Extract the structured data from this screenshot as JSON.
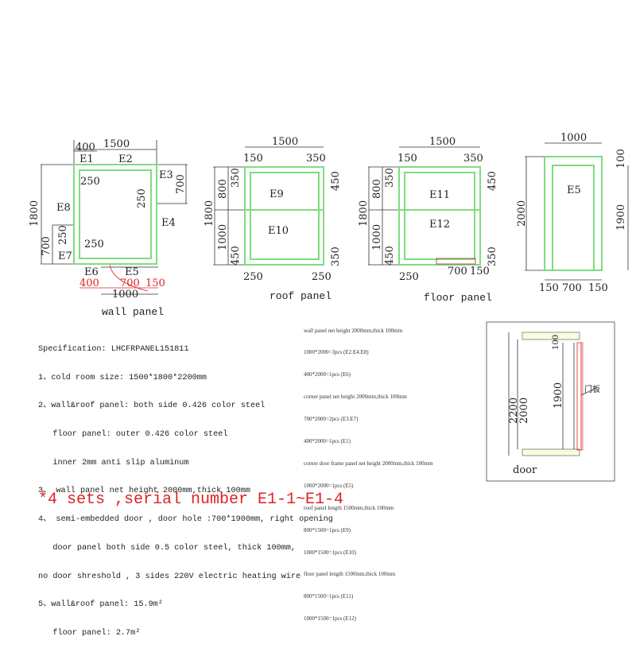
{
  "wall_panel": {
    "caption": "wall panel",
    "dims": {
      "width": "1500",
      "e1_width": "400",
      "height": "1800",
      "e3": "700",
      "e7": "700",
      "gap_top": "250",
      "gap_right": "250",
      "gap_left": "250",
      "gap_bottom": "250",
      "door_left": "400",
      "door_hole": "700",
      "door_right": "150",
      "door_total": "1000"
    },
    "labels": [
      "E1",
      "E2",
      "E3",
      "E4",
      "E5",
      "E6",
      "E7",
      "E8"
    ]
  },
  "roof_panel": {
    "caption": "roof panel",
    "dims": {
      "width": "1500",
      "left": "150",
      "right": "350",
      "height": "1800",
      "top_section": "800",
      "bottom_section": "1000",
      "left_top": "350",
      "left_bottom": "450",
      "right_top": "450",
      "right_bottom": "350",
      "bottom_left": "250",
      "bottom_right": "250"
    },
    "labels": [
      "E9",
      "E10"
    ]
  },
  "floor_panel": {
    "caption": "floor panel",
    "dims": {
      "width": "1500",
      "left": "150",
      "right": "350",
      "height": "1800",
      "top_section": "800",
      "bottom_section": "1000",
      "left_top": "350",
      "left_bottom": "450",
      "right_top": "450",
      "right_bottom": "350",
      "bottom_left": "250",
      "door": "700",
      "door_right": "150"
    },
    "labels": [
      "E11",
      "E12"
    ]
  },
  "door_frame_panel": {
    "dims": {
      "width": "1000",
      "height": "2000",
      "top": "100",
      "inner_height": "1900",
      "left": "150",
      "door": "700",
      "right": "150"
    },
    "label": "E5"
  },
  "door_section": {
    "caption": "door",
    "dims": {
      "total": "2200",
      "net": "2000",
      "hole": "1900",
      "top": "100"
    },
    "panel_label": "门板"
  },
  "specification": [
    "Specification: LHCFRPANEL151811",
    "1、cold room size: 1500*1800*2200mm",
    "2、wall&roof panel: both side 0.426 color steel",
    "   floor panel: outer 0.426 color steel",
    "   inner 2mm anti slip aluminum",
    "3、 wall panel net height 2000mm,thick 100mm",
    "4、 semi-embedded door , door hole :700*1900mm, right opening",
    "   door panel both side 0.5 color steel, thick 100mm,",
    "no door shreshold , 3 sides 220V electric heating wire",
    "5、wall&roof panel: 15.9m²",
    "   floor panel: 2.7m²"
  ],
  "panel_list": [
    "wall panel net height 2000mm,thick 100mm",
    "1000*2000=3pcs (E2.E4.E8)",
    "400*2000=1pcs (E6)",
    "corner panel net height 2000mm,thick 100mm",
    "700*2000=2pcs (E3.E7)",
    "400*2000=1pcs (E1)",
    "corner door frame panel net height 2000mm,thick 100mm",
    "1000*2000=1pcs (E5)",
    "roof panel length 1500mm,thick 100mm",
    "800*1500=1pcs (E9)",
    "1000*1500=1pcs (E10)",
    "floor panel length 1500mm,thick 100mm",
    "800*1500=1pcs (E11)",
    "1000*1500=1pcs (E12)"
  ],
  "sets_note": "*4 sets ,serial number E1-1~E1-4",
  "colors": {
    "panel": "#7fdc7f",
    "accent": "#dd2222"
  }
}
